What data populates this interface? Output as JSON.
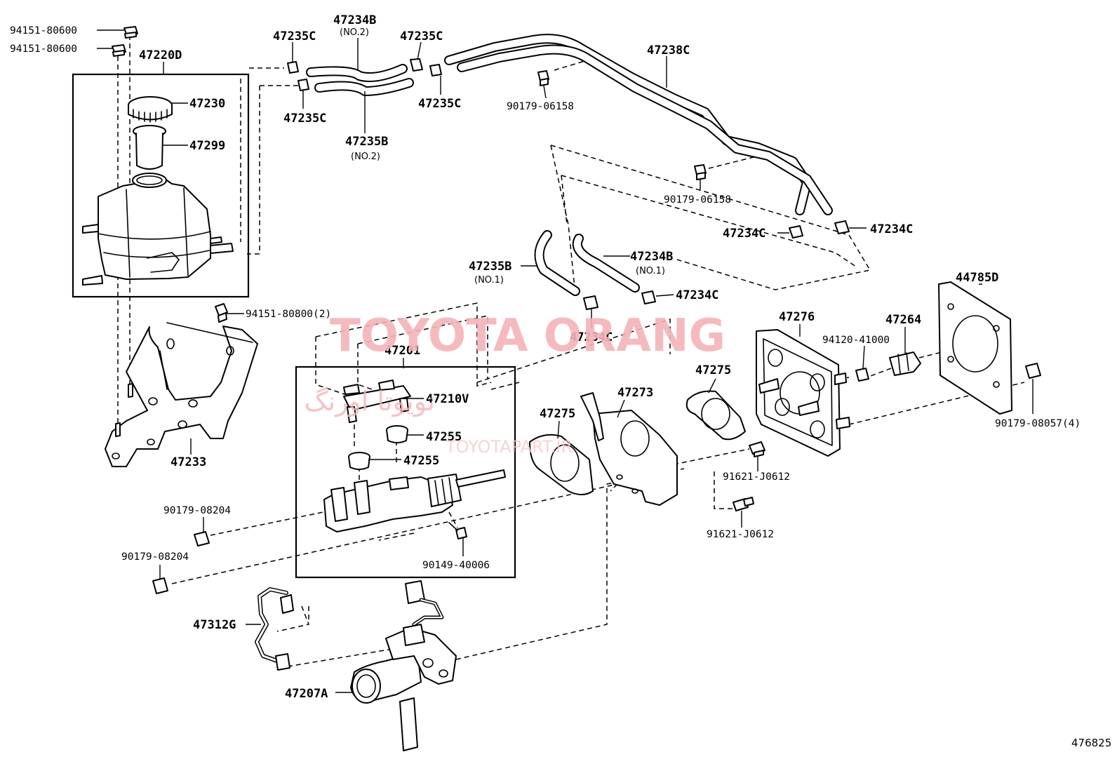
{
  "labels": {
    "p94151_80600_a": "94151-80600",
    "p94151_80600_b": "94151-80600",
    "p47220D": "47220D",
    "p47230": "47230",
    "p47299": "47299",
    "p47235C_a": "47235C",
    "p47234B_no2": "47234B",
    "p47235C_b": "47235C",
    "p47238C": "47238C",
    "p47235C_c": "47235C",
    "p90179_06158_a": "90179-06158",
    "p47235C_d": "47235C",
    "p47235B_no2": "47235B",
    "p90179_06158_b": "90179-06158",
    "p47234C_a": "47234C",
    "p47234C_b": "47234C",
    "p47235B_no1": "47235B",
    "p47234B_no1": "47234B",
    "p47234C_c": "47234C",
    "p94151_80800": "94151-80800(2)",
    "p47234C_d": "47234C",
    "p44785D": "44785D",
    "p47276": "47276",
    "p47264": "47264",
    "p47201": "47201",
    "p94120_41000": "94120-41000",
    "p47210V": "47210V",
    "p47275_a": "47275",
    "p47273": "47273",
    "p47275_b": "47275",
    "p90179_08057": "90179-08057(4)",
    "p47255_a": "47255",
    "p47255_b": "47255",
    "p91621_J0612_a": "91621-J0612",
    "p47233": "47233",
    "p90179_08204_a": "90179-08204",
    "p91621_J0612_b": "91621-J0612",
    "p90179_08204_b": "90179-08204",
    "p90149_40006": "90149-40006",
    "p47312G": "47312G",
    "p47207A": "47207A"
  },
  "sublabels": {
    "no2_a": "(NO.2)",
    "no2_b": "(NO.2)",
    "no1_a": "(NO.1)",
    "no1_b": "(NO.1)"
  },
  "watermark": {
    "main": "TOYOTA ORANG",
    "persian": "تویوتا اورنگ",
    "site": "TOYOTAPART.IR"
  },
  "figure_ref": "476825"
}
